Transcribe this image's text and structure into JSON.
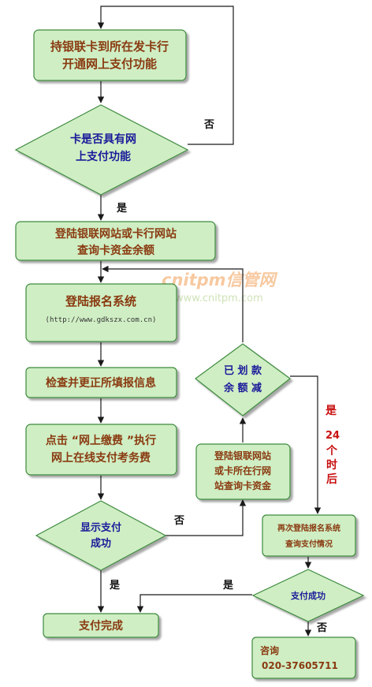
{
  "nodes": {
    "open_online_payment": [
      "持银联卡到所在发卡行",
      "开通网上支付功能"
    ],
    "has_online_payment": [
      "卡是否具有网",
      "上支付功能"
    ],
    "check_balance": [
      "登陆银联网站或卡行网站",
      "查询卡资金余额"
    ],
    "login_system": "登陆报名系统",
    "login_url": "(http://www.gdkszx.com.cn)",
    "verify_info": "检查并更正所填报信息",
    "pay_fee": [
      "点击 “网上缴费 ”执行",
      "网上在线支付考务费"
    ],
    "show_success": [
      "显示支付",
      "成功"
    ],
    "payment_complete": "支付完成",
    "check_bank_funds": [
      "登陆银联网站",
      "或卡所在行网",
      "站查询卡资金"
    ],
    "deducted": [
      "已 划 款",
      "余 额 减"
    ],
    "relogin_check": [
      "再次登陆报名系统",
      "查询支付情况"
    ],
    "pay_success": "支付成功",
    "consult": [
      "咨询",
      "020-37605711"
    ]
  },
  "edge_labels": {
    "no_top": "否",
    "yes_1": "是",
    "no_mid": "否",
    "yes_2": "是",
    "yes_left": "是",
    "no_bottom": "否",
    "yes_red": "是",
    "hours_red": [
      "24",
      "个",
      "时",
      "后"
    ]
  },
  "watermark": {
    "brand": "cnitpm信管网",
    "url": "www.cnitpm.com"
  },
  "colors": {
    "box_fill": "#cfeec4",
    "box_stroke": "#3d8a3d",
    "arrow": "#1a1a1a",
    "box_text": "#8a3a10",
    "diamond_text": "#1a1a9a",
    "red_text": "#c81010"
  }
}
